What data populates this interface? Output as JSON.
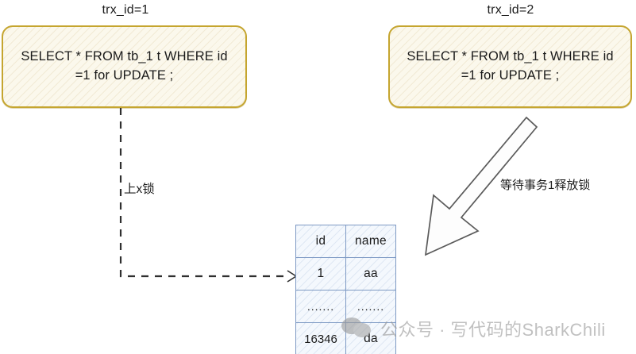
{
  "diagram": {
    "background_color": "#ffffff",
    "transactions": [
      {
        "label": "trx_id=1",
        "sql": "SELECT * FROM  tb_1 t WHERE id\n=1 for UPDATE ;",
        "border_color": "#c5a52f",
        "fill_color": "#fbf8ec"
      },
      {
        "label": "trx_id=2",
        "sql": "SELECT * FROM  tb_1 t WHERE id\n=1 for UPDATE ;",
        "border_color": "#c5a52f",
        "fill_color": "#fbf8ec"
      }
    ],
    "annotations": {
      "lock": "上x锁",
      "wait": "等待事务1释放锁"
    },
    "connectors": {
      "lock_line_style": "dashed",
      "lock_line_color": "#333333",
      "wait_arrow_style": "block-arrow-outline",
      "wait_arrow_color": "#555555"
    }
  },
  "record_table": {
    "border_color": "#7e9ac4",
    "fill_color": "#f4f8fd",
    "headers": [
      "id",
      "name"
    ],
    "rows": [
      [
        "1",
        "aa"
      ],
      [
        ".......",
        "......."
      ],
      [
        "16346",
        "da"
      ]
    ]
  },
  "watermark": {
    "icon": "wechat-icon",
    "text": "公众号 · 写代码的SharkChili",
    "color": "#9a9a9a"
  }
}
